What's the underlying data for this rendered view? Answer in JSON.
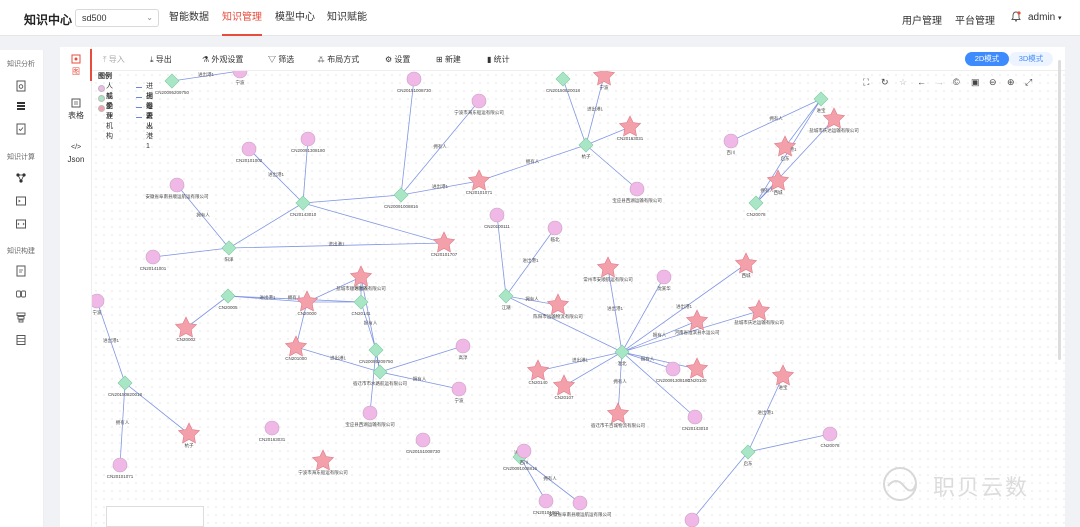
{
  "header": {
    "brand": "知识中心",
    "kb_select": "sd500",
    "nav": [
      "智能数据",
      "知识管理",
      "模型中心",
      "知识赋能"
    ],
    "active_nav": "知识管理",
    "user_manage": "用户管理",
    "platform_manage": "平台管理",
    "user": "admin"
  },
  "sidebar": {
    "groups": [
      "知识分析",
      "知识计算",
      "知识构建"
    ]
  },
  "view_tabs": [
    "图",
    "表格",
    "Json"
  ],
  "toolbar": {
    "items": [
      "导入",
      "导出",
      "外观设置",
      "筛选",
      "布局方式",
      "设置",
      "新建",
      "统计"
    ],
    "mode_2d": "2D模式",
    "mode_3d": "3D模式"
  },
  "legend": {
    "title": "图例",
    "nodes": [
      "人或企业",
      "船舶",
      "受理机构"
    ],
    "edges": [
      "进出港2",
      "拥有人",
      "经营人",
      "进出港1"
    ]
  },
  "colors": {
    "accent": "#e74c3c",
    "person_node": "#f0b8e6",
    "ship_node": "#a8e6c5",
    "org_node": "#f4a0aa",
    "edge": "#6b84e0"
  },
  "graph": {
    "node_labels": [
      "CN20095209750",
      "宁波",
      "CN20151008730",
      "宁波市海东船运有限公司",
      "CN20150820018",
      "宁波",
      "CN20163031",
      "杭子",
      "CN20101071",
      "宝应县西湖运输有限公司",
      "CN20091008816",
      "百川",
      "启东",
      "CN20078",
      "进宝",
      "盐城市庆达运输有限公司",
      "西城",
      "CN20143010",
      "CN20091308180",
      "CN20101002",
      "安徽省阜南县顺运航运有限公司",
      "临北",
      "CN20100111",
      "CN20101707",
      "阳泽",
      "CN20141001",
      "盐城市顺达运输有限公司",
      "CN20005",
      "CN20141",
      "CN20000",
      "CN20002",
      "江潮",
      "陈阳市运输物流有限公司",
      "常州市安顺航运有限公司",
      "沈某华",
      "河南省淮滨县水运公司",
      "淮北",
      "CN20100",
      "CN20140",
      "CN20107",
      "宿迁市千百城物流有限公司",
      "宿迁市市水路航运有限公司",
      "高淳",
      "CN201000"
    ],
    "edge_labels": [
      "进出港1",
      "进出港2",
      "拥有人",
      "经营人"
    ]
  },
  "watermark": "职贝云数"
}
